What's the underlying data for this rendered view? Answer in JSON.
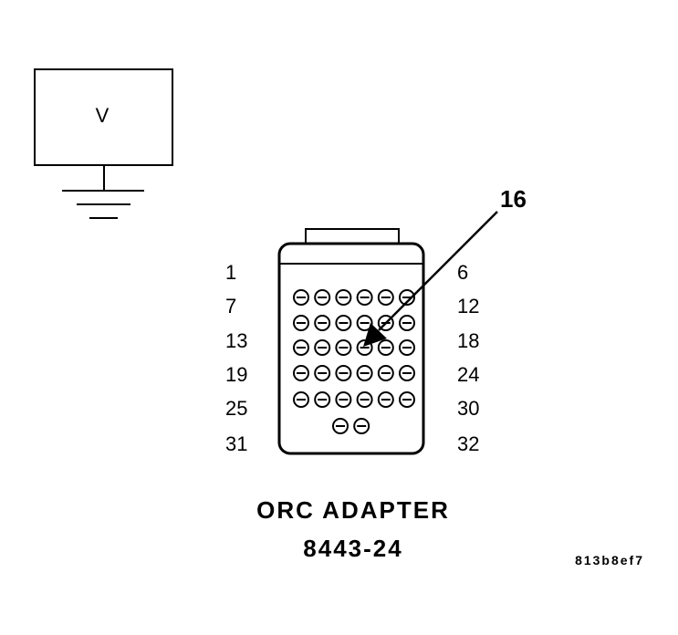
{
  "meter": {
    "label": "V"
  },
  "connector": {
    "row_start_labels": [
      "1",
      "7",
      "13",
      "19",
      "25",
      "31"
    ],
    "row_end_labels": [
      "6",
      "12",
      "18",
      "24",
      "30",
      "32"
    ],
    "pin_rows": [
      6,
      6,
      6,
      6,
      6,
      2
    ]
  },
  "callout": {
    "label": "16",
    "pin": 16
  },
  "caption": {
    "line1": "ORC ADAPTER",
    "line2": "8443-24"
  },
  "figure_code": "813b8ef7"
}
